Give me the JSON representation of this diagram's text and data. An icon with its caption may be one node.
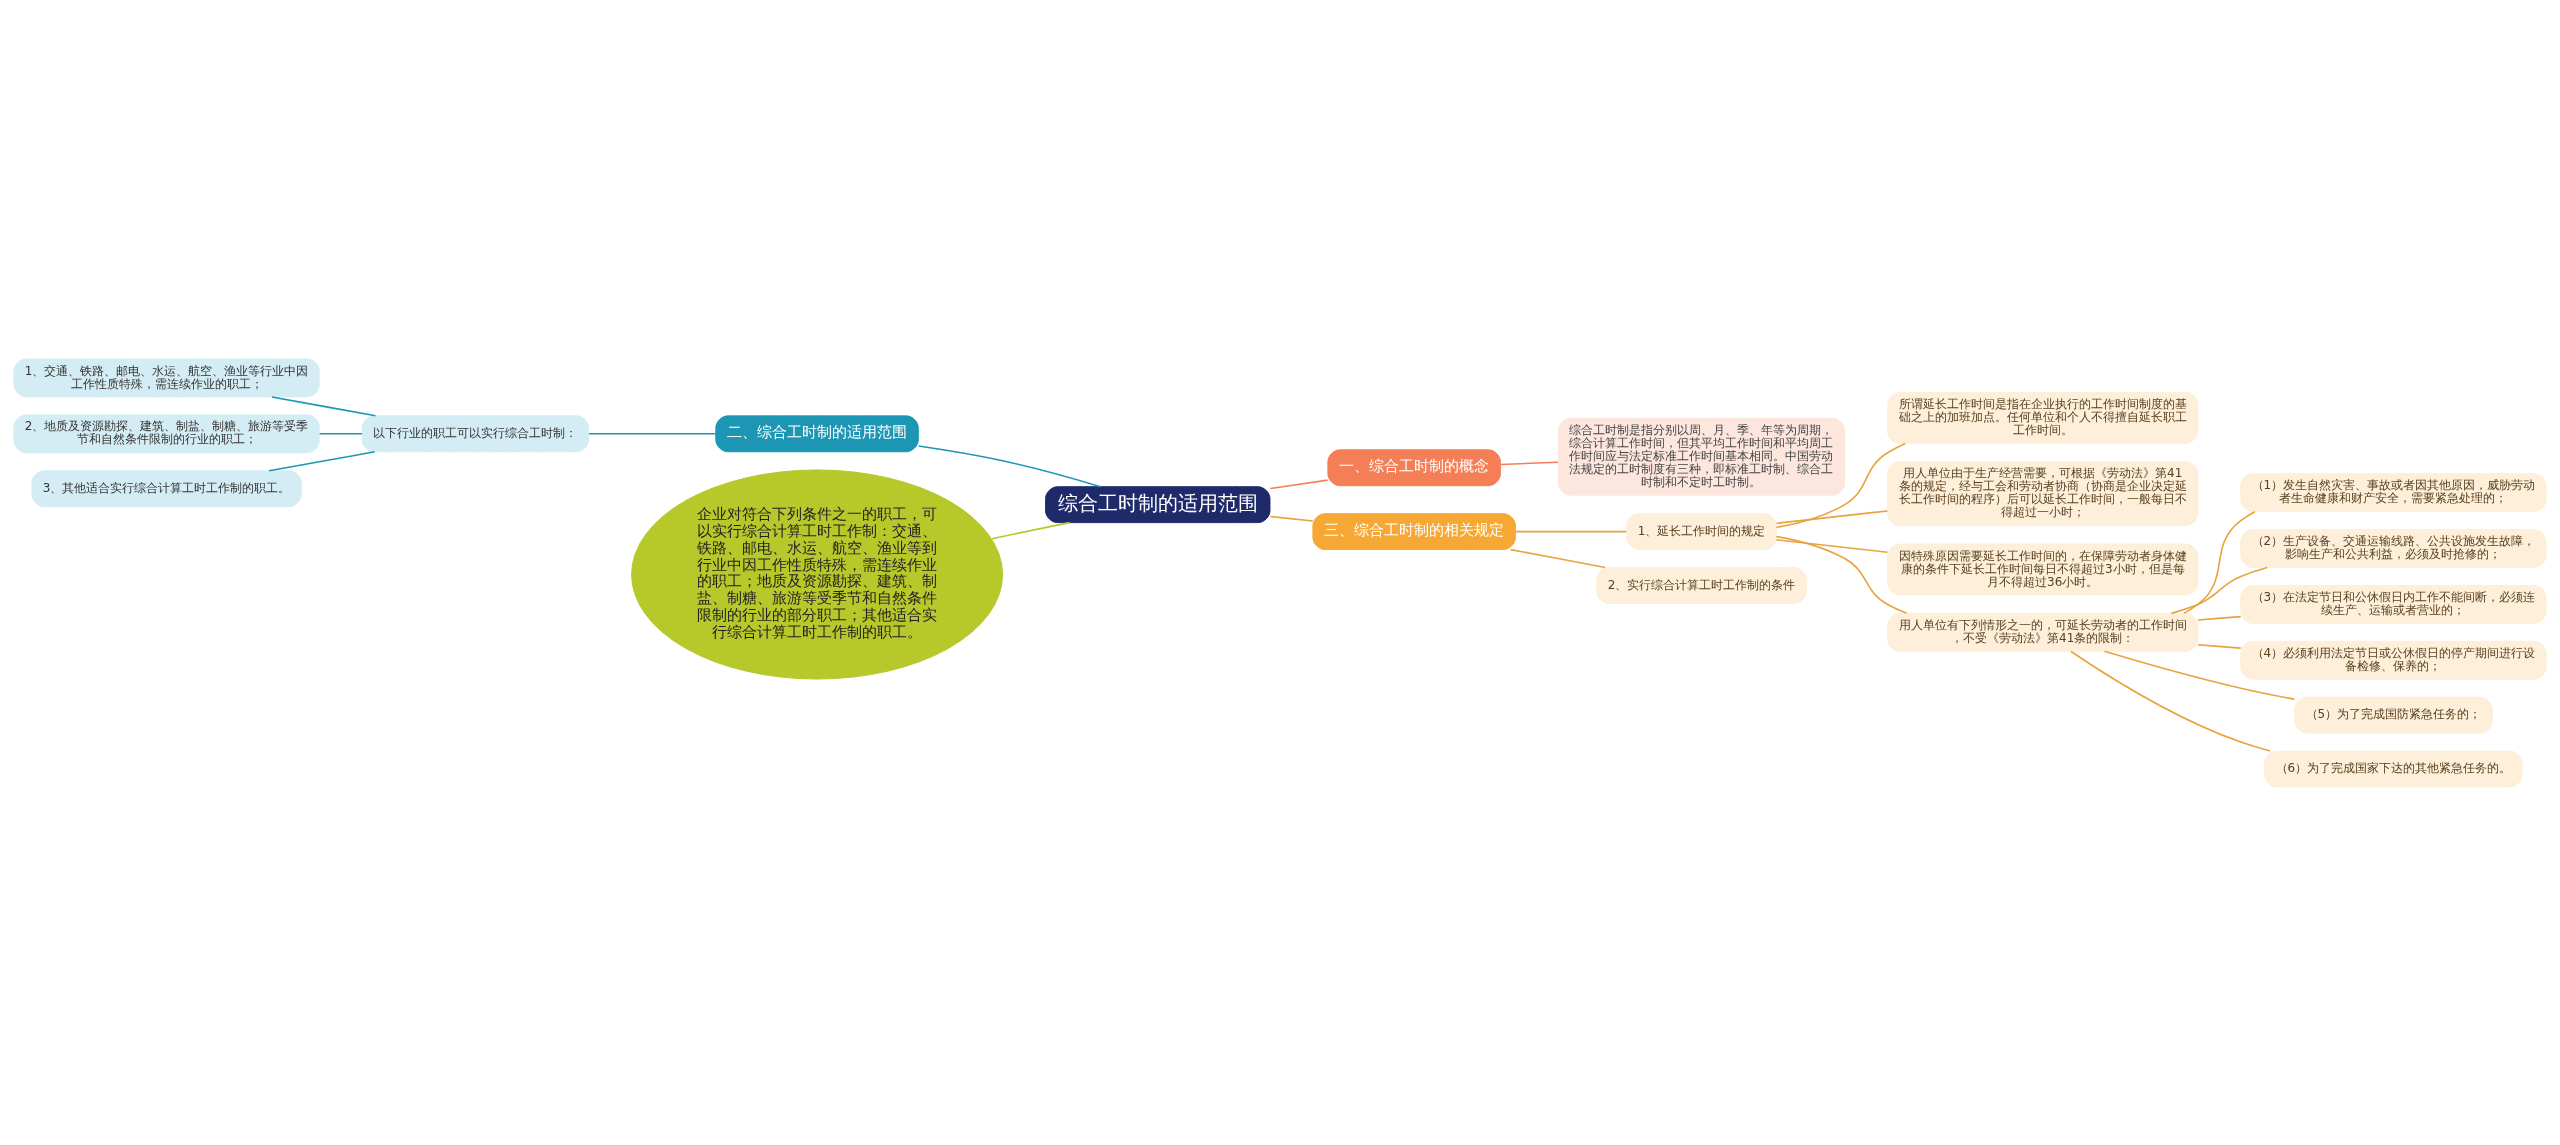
{
  "diagram": {
    "nodes": [
      {
        "text": [
          "综合工时制的适用范围"
        ]
      },
      {
        "text": [
          "一、综合工时制的概念"
        ]
      },
      {
        "text": [
          "综合工时制是指分别以周、月、季、年等为周期，综合计算工作时间，但其平均工作时间和平均周工作时间应与法定标准工作时间基本相同。中国劳动法规定的工时制度有三种，即标准工时制、综合工时制和不定时工时制。"
        ]
      },
      {
        "text": [
          "二、综合工时制的适用范围"
        ]
      },
      {
        "text": [
          "以下行业的职工可以实行综合工时制："
        ]
      },
      {
        "text": [
          "1、交通、铁路、邮电、水运、航空、渔业等行业中因工作性质特殊，需连续作业的职工；"
        ]
      },
      {
        "text": [
          "2、地质及资源勘探、建筑、制盐、制糖、旅游等受季节和自然条件限制的行业的职工；"
        ]
      },
      {
        "text": [
          "3、其他适合实行综合计算工时工作制的职工。"
        ]
      },
      {
        "text": [
          "企业对符合下列条件之一的职工，可以实行综合计算工时工作制：交通、铁路、邮电、水运、航空、渔业等到行业中因工作性质特殊，需连续作业的职工；地质及资源勘探、建筑、制盐、制糖、旅游等受季节和自然条件限制的行业的部分职工；其他适合实行综合计算工时工作制的职工。"
        ]
      },
      {
        "text": [
          "三、综合工时制的相关规定"
        ]
      },
      {
        "text": [
          "1、延长工作时间的规定"
        ]
      },
      {
        "text": [
          "所谓延长工作时间是指在企业执行的工作时间制度的基础之上的加班加点。任何单位和个人不得擅自延长职工工作时间。"
        ]
      },
      {
        "text": [
          "用人单位由于生产经营需要，可根据《劳动法》第41条的规定，经与工会和劳动者协商（协商是企业决定延长工作时间的程序）后可以延长工作时间，一般每日不得超过一小时；"
        ]
      },
      {
        "text": [
          "因特殊原因需要延长工作时间的，在保障劳动者身体健康的条件下延长工作时间每日不得超过3小时，但是每月不得超过36小时。"
        ]
      },
      {
        "text": [
          "用人单位有下列情形之一的，可延长劳动者的工作时间，不受《劳动法》第41条的限制："
        ]
      },
      {
        "text": [
          "（1）发生自然灾害、事故或者因其他原因，威胁劳动者生命健康和财产安全，需要紧急处理的；"
        ]
      },
      {
        "text": [
          "（2）生产设备、交通运输线路、公共设施发生故障，影响生产和公共利益，必须及时抢修的；"
        ]
      },
      {
        "text": [
          "（3）在法定节日和公休假日内工作不能间断，必须连续生产、运输或者营业的；"
        ]
      },
      {
        "text": [
          "（4）必须利用法定节日或公休假日的停产期间进行设备检修、保养的；"
        ]
      },
      {
        "text": [
          "（5）为了完成国防紧急任务的；"
        ]
      },
      {
        "text": [
          "（6）为了完成国家下达的其他紧急任务的。"
        ]
      },
      {
        "text": [
          "2、实行综合计算工时工作制的条件"
        ]
      }
    ],
    "edges": [
      {
        "from": 0,
        "to": 1,
        "arrow": "none",
        "color": "#f47f56"
      },
      {
        "from": 1,
        "to": 2,
        "arrow": "none",
        "color": "#f47f56"
      },
      {
        "from": 0,
        "to": 3,
        "arrow": "none",
        "color": "#1d96b4"
      },
      {
        "from": 3,
        "to": 4,
        "arrow": "none",
        "color": "#1d96b4"
      },
      {
        "from": 4,
        "to": 5,
        "arrow": "none",
        "color": "#1d96b4"
      },
      {
        "from": 4,
        "to": 6,
        "arrow": "none",
        "color": "#1d96b4"
      },
      {
        "from": 4,
        "to": 7,
        "arrow": "none",
        "color": "#1d96b4"
      },
      {
        "from": 0,
        "to": 8,
        "arrow": "none",
        "color": "#b6c82a"
      },
      {
        "from": 0,
        "to": 9,
        "arrow": "none"
      },
      {
        "from": 9,
        "to": 10,
        "arrow": "none"
      },
      {
        "from": 10,
        "to": 11,
        "arrow": "none"
      },
      {
        "from": 10,
        "to": 12,
        "arrow": "none"
      },
      {
        "from": 10,
        "to": 13,
        "arrow": "none"
      },
      {
        "from": 10,
        "to": 14,
        "arrow": "none"
      },
      {
        "from": 14,
        "to": 15,
        "arrow": "none"
      },
      {
        "from": 14,
        "to": 16,
        "arrow": "none"
      },
      {
        "from": 14,
        "to": 17,
        "arrow": "none"
      },
      {
        "from": 14,
        "to": 18,
        "arrow": "none"
      },
      {
        "from": 14,
        "to": 19,
        "arrow": "none"
      },
      {
        "from": 14,
        "to": 20,
        "arrow": "none"
      },
      {
        "from": 9,
        "to": 21,
        "arrow": "none"
      }
    ]
  }
}
